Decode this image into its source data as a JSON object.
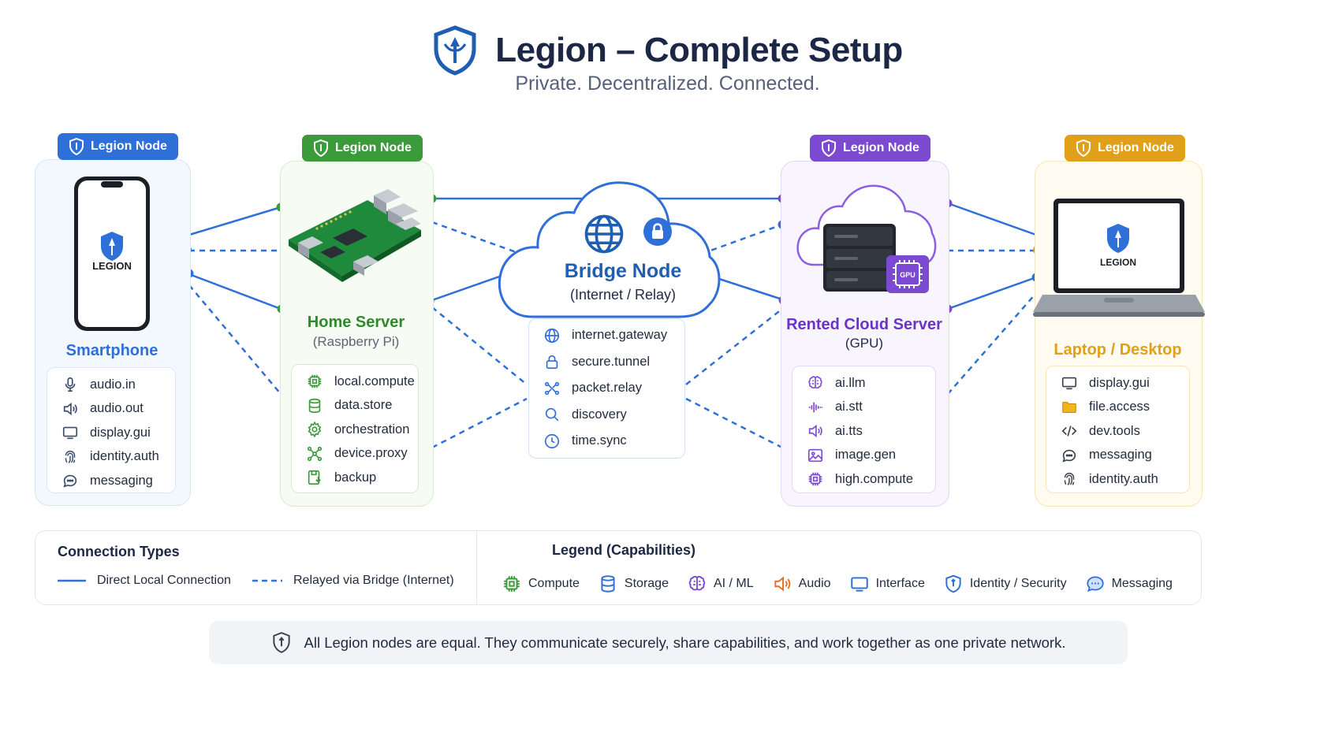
{
  "header": {
    "title": "Legion – Complete Setup",
    "subtitle": "Private. Decentralized. Connected."
  },
  "badge_label": "Legion Node",
  "colors": {
    "blue": "#2f6fd8",
    "green": "#3b9a3a",
    "purple": "#7c4ad0",
    "orange": "#e0a019",
    "bridge": "#1e5fb3"
  },
  "nodes": {
    "smartphone": {
      "title": "Smartphone",
      "device_logo_text": "LEGION",
      "capabilities": [
        {
          "icon": "microphone-icon",
          "label": "audio.in"
        },
        {
          "icon": "speaker-icon",
          "label": "audio.out"
        },
        {
          "icon": "monitor-icon",
          "label": "display.gui"
        },
        {
          "icon": "fingerprint-icon",
          "label": "identity.auth"
        },
        {
          "icon": "chat-bubble-icon",
          "label": "messaging"
        }
      ]
    },
    "home_server": {
      "title": "Home Server",
      "subtitle": "(Raspberry Pi)",
      "capabilities": [
        {
          "icon": "chip-icon",
          "label": "local.compute"
        },
        {
          "icon": "database-icon",
          "label": "data.store"
        },
        {
          "icon": "gear-icon",
          "label": "orchestration"
        },
        {
          "icon": "network-icon",
          "label": "device.proxy"
        },
        {
          "icon": "backup-icon",
          "label": "backup"
        }
      ]
    },
    "bridge": {
      "title": "Bridge Node",
      "subtitle": "(Internet / Relay)",
      "capabilities": [
        {
          "icon": "globe-icon",
          "label": "internet.gateway"
        },
        {
          "icon": "lock-icon",
          "label": "secure.tunnel"
        },
        {
          "icon": "relay-icon",
          "label": "packet.relay"
        },
        {
          "icon": "search-icon",
          "label": "discovery"
        },
        {
          "icon": "clock-icon",
          "label": "time.sync"
        }
      ]
    },
    "cloud_server": {
      "title": "Rented Cloud Server",
      "subtitle": "(GPU)",
      "gpu_label": "GPU",
      "capabilities": [
        {
          "icon": "brain-icon",
          "label": "ai.llm"
        },
        {
          "icon": "waveform-icon",
          "label": "ai.stt"
        },
        {
          "icon": "speaker-icon",
          "label": "ai.tts"
        },
        {
          "icon": "image-icon",
          "label": "image.gen"
        },
        {
          "icon": "chip-icon",
          "label": "high.compute"
        }
      ]
    },
    "laptop": {
      "title": "Laptop / Desktop",
      "device_logo_text": "LEGION",
      "capabilities": [
        {
          "icon": "monitor-icon",
          "label": "display.gui"
        },
        {
          "icon": "folder-icon",
          "label": "file.access"
        },
        {
          "icon": "code-icon",
          "label": "dev.tools"
        },
        {
          "icon": "chat-bubble-icon",
          "label": "messaging"
        },
        {
          "icon": "fingerprint-icon",
          "label": "identity.auth"
        }
      ]
    }
  },
  "connection_types": {
    "title": "Connection Types",
    "direct": "Direct Local Connection",
    "relayed": "Relayed via Bridge (Internet)"
  },
  "legend": {
    "title": "Legend (Capabilities)",
    "items": [
      {
        "icon": "chip-icon",
        "label": "Compute",
        "color": "#3b9a3a"
      },
      {
        "icon": "database-icon",
        "label": "Storage",
        "color": "#2f6fd8"
      },
      {
        "icon": "brain-icon",
        "label": "AI / ML",
        "color": "#7c4ad0"
      },
      {
        "icon": "speaker-icon",
        "label": "Audio",
        "color": "#e8701f"
      },
      {
        "icon": "monitor-icon",
        "label": "Interface",
        "color": "#2f6fd8"
      },
      {
        "icon": "shield-icon",
        "label": "Identity / Security",
        "color": "#2f6fd8"
      },
      {
        "icon": "chat-bubble-icon",
        "label": "Messaging",
        "color": "#2f6fd8"
      }
    ]
  },
  "footer": {
    "text": "All Legion nodes are equal. They communicate securely, share capabilities, and work together as one private network."
  }
}
